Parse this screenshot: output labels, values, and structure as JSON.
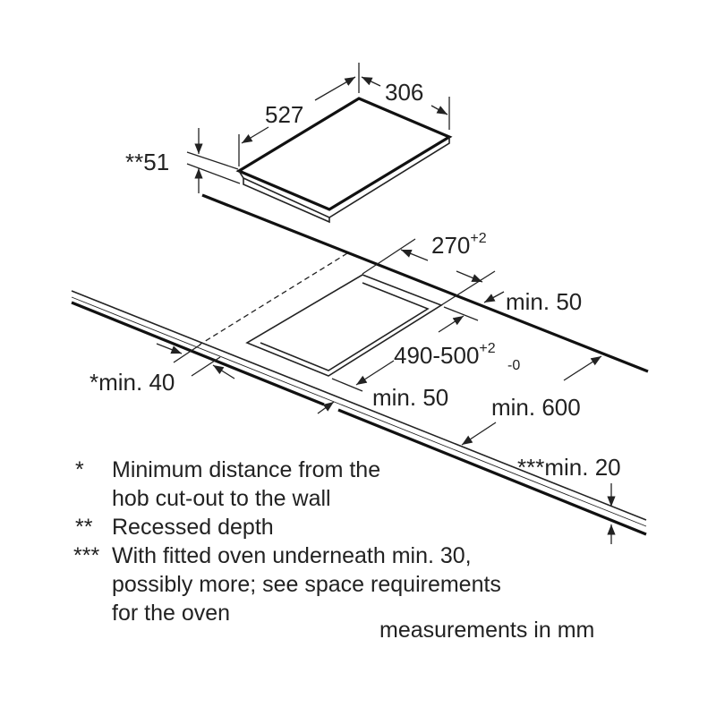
{
  "dimensions": {
    "hob_width": "306",
    "hob_depth": "527",
    "recessed_depth": "**51",
    "cutout_width": "270",
    "cutout_width_tol": "+2",
    "back_gap": "min. 50",
    "cutout_depth": "490-500",
    "cutout_depth_tol_plus": "+2",
    "cutout_depth_tol_minus": "-0",
    "wall_gap": "*min. 40",
    "front_gap": "min. 50",
    "worktop_depth": "min. 600",
    "worktop_thickness": "***min. 20"
  },
  "footnotes": [
    {
      "marker": "*",
      "lines": [
        "Minimum distance from the",
        "hob cut-out to the wall"
      ]
    },
    {
      "marker": "**",
      "lines": [
        "Recessed depth"
      ]
    },
    {
      "marker": "***",
      "lines": [
        "With fitted oven underneath min. 30,",
        "possibly more; see space requirements",
        "for the oven"
      ]
    }
  ],
  "units_note": "measurements in mm"
}
